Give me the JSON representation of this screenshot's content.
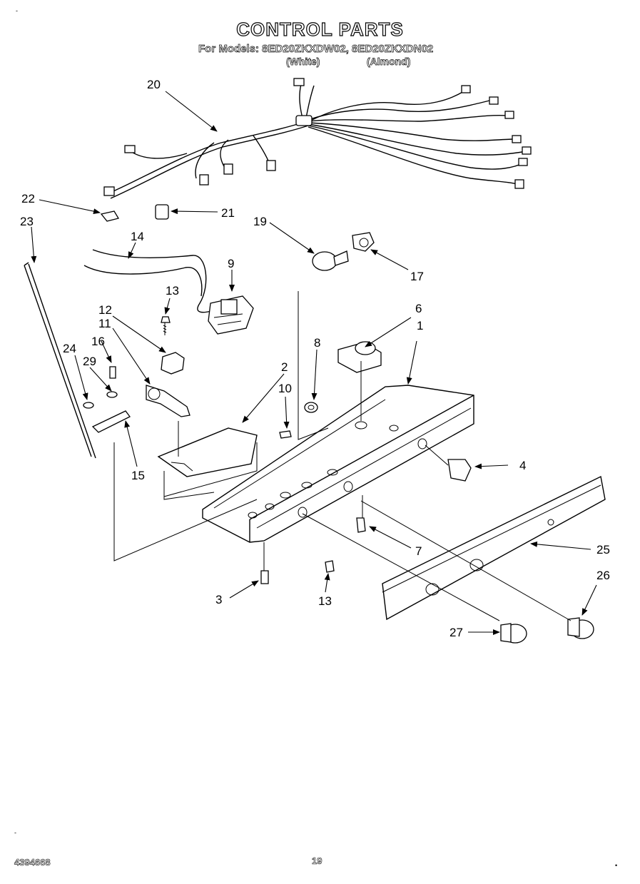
{
  "header": {
    "title": "CONTROL PARTS",
    "models_line": "For Models: 8ED20ZKXDW02, 8ED20ZKXDN02",
    "variant_white": "(White)",
    "variant_almond": "(Almond)"
  },
  "footer": {
    "doc_number": "4394668",
    "page_number": "19"
  },
  "callouts": {
    "c1": "1",
    "c2": "2",
    "c3": "3",
    "c4": "4",
    "c6": "6",
    "c7": "7",
    "c8": "8",
    "c9": "9",
    "c10": "10",
    "c11": "11",
    "c12": "12",
    "c13a": "13",
    "c13b": "13",
    "c14": "14",
    "c15": "15",
    "c16": "16",
    "c17": "17",
    "c19": "19",
    "c20": "20",
    "c21": "21",
    "c22": "22",
    "c23": "23",
    "c24": "24",
    "c25": "25",
    "c26": "26",
    "c27": "27",
    "c29": "29"
  },
  "colors": {
    "ink": "#000000",
    "paper": "#ffffff"
  }
}
